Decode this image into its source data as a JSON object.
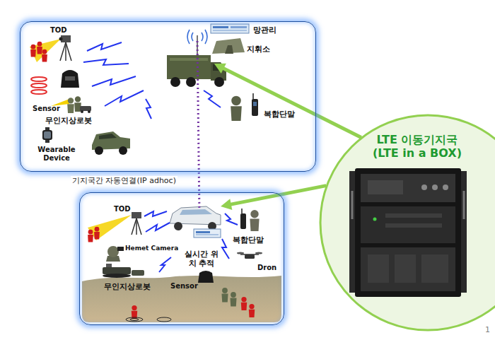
{
  "diagram": {
    "nodes": [
      {
        "text": [
          "TOD",
          "Sensor",
          "무인지상로봇",
          "Wearable Device",
          "망관리",
          "지휘소",
          "복합단말"
        ]
      },
      {
        "text": [
          "TOD",
          "복합단말",
          "Hemet Camera",
          "실시간 위치 추적",
          "Dron",
          "무인지상로봇",
          "Sensor"
        ]
      },
      {
        "text": [
          "LTE 이동기지국 (LTE in a BOX)"
        ]
      }
    ],
    "edges": [
      {
        "from": 0,
        "to": 1,
        "arrow": "none",
        "label": "기지국간 자동연결(IP adhoc)"
      },
      {
        "from": 2,
        "to": 0,
        "arrow": "to"
      },
      {
        "from": 2,
        "to": 1,
        "arrow": "to"
      }
    ],
    "labels": [
      "1"
    ]
  }
}
